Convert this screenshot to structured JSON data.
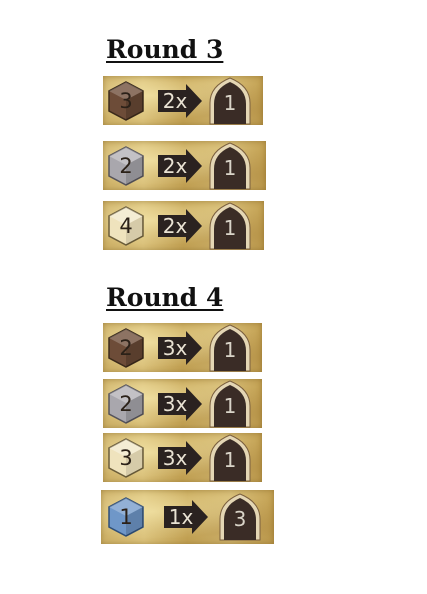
{
  "rounds": [
    {
      "heading": "Round 3",
      "rows": [
        {
          "color_name": "brown-hex-icon",
          "hex_fill": "#6d4c38",
          "hex_num": "3",
          "multiplier": "2x",
          "arch_num": "1"
        },
        {
          "color_name": "grey-hex-icon",
          "hex_fill": "#a9a7ad",
          "hex_num": "2",
          "multiplier": "2x",
          "arch_num": "1"
        },
        {
          "color_name": "cream-hex-icon",
          "hex_fill": "#efe3bd",
          "hex_num": "4",
          "multiplier": "2x",
          "arch_num": "1"
        }
      ]
    },
    {
      "heading": "Round 4",
      "rows": [
        {
          "color_name": "brown-hex-icon",
          "hex_fill": "#6d4c38",
          "hex_num": "2",
          "multiplier": "3x",
          "arch_num": "1"
        },
        {
          "color_name": "grey-hex-icon",
          "hex_fill": "#a9a7ad",
          "hex_num": "2",
          "multiplier": "3x",
          "arch_num": "1"
        },
        {
          "color_name": "cream-hex-icon",
          "hex_fill": "#efe3bd",
          "hex_num": "3",
          "multiplier": "3x",
          "arch_num": "1"
        },
        {
          "color_name": "blue-hex-icon",
          "hex_fill": "#6f97c8",
          "hex_num": "1",
          "multiplier": "1x",
          "arch_num": "3"
        }
      ]
    }
  ]
}
